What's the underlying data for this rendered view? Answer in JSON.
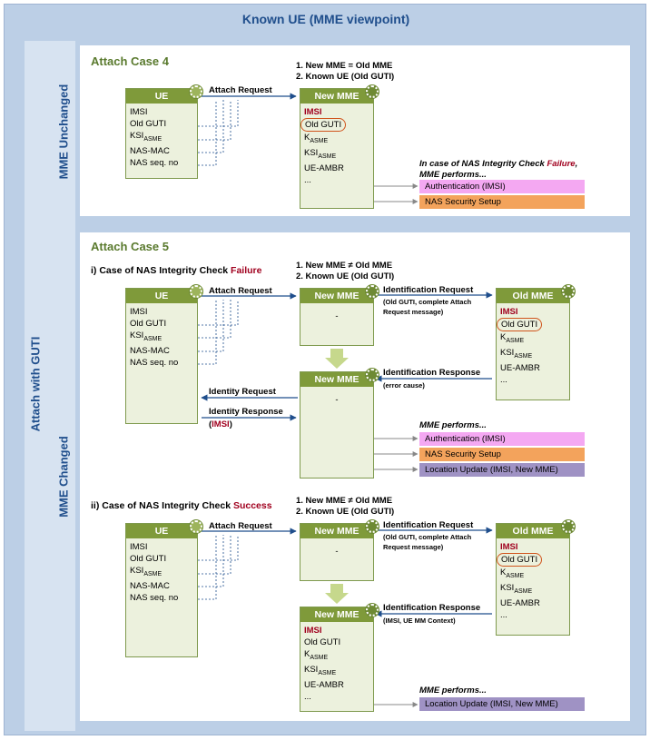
{
  "title": "Known UE (MME viewpoint)",
  "left_labels": {
    "outer": "Attach with GUTI",
    "top": "MME Unchanged",
    "bottom": "MME Changed"
  },
  "case4": {
    "title": "Attach Case 4",
    "note1": "1. New MME = Old MME",
    "note2": "2. Known UE (Old GUTI)",
    "ue": {
      "header": "UE",
      "items": [
        "IMSI",
        "Old GUTI",
        "KSI",
        "NAS-MAC",
        "NAS seq. no"
      ]
    },
    "attach_request": "Attach Request",
    "new_mme": {
      "header": "New MME",
      "imsi": "IMSI",
      "old_guti": "Old GUTI",
      "k": "K",
      "ksi": "KSI",
      "ambr": "UE-AMBR",
      "more": "..."
    },
    "failure_note_a": "In case of NAS Integrity Check ",
    "failure_word": "Failure",
    "failure_note_b": ",",
    "failure_note_c": "MME performs...",
    "bars": [
      "Authentication (IMSI)",
      "NAS Security Setup"
    ]
  },
  "case5": {
    "title": "Attach Case 5",
    "i_title_a": "i) Case of NAS Integrity Check ",
    "i_title_b": "Failure",
    "ii_title_a": "ii) Case of NAS Integrity Check ",
    "ii_title_b": "Success",
    "note1": "1. New MME ≠ Old MME",
    "note2": "2. Known UE (Old GUTI)",
    "ue": {
      "header": "UE",
      "items": [
        "IMSI",
        "Old GUTI",
        "KSI",
        "NAS-MAC",
        "NAS seq. no"
      ]
    },
    "attach_request": "Attach Request",
    "new_mme_header": "New MME",
    "old_mme_header": "Old MME",
    "dash": "-",
    "id_request": "Identification Request",
    "id_request_sub1": "(Old GUTI, complete Attach",
    "id_request_sub2": "Request message)",
    "id_response": "Identification Response",
    "id_response_sub_fail": "(error cause)",
    "id_response_sub_ok": "(IMSI, UE MM Context)",
    "identity_request": "Identity Request",
    "identity_response": "Identity Response",
    "identity_response_imsi": "IMSI",
    "old_mme": {
      "imsi": "IMSI",
      "old_guti": "Old GUTI",
      "k": "K",
      "ksi": "KSI",
      "ambr": "UE-AMBR",
      "more": "..."
    },
    "new_mme_ok": {
      "imsi": "IMSI",
      "old_guti": "Old GUTI",
      "k": "K",
      "ksi": "KSI",
      "ambr": "UE-AMBR",
      "more": "..."
    },
    "mme_performs": "MME performs...",
    "bars_fail": [
      "Authentication (IMSI)",
      "NAS Security Setup",
      "Location Update (IMSI, New MME)"
    ],
    "bars_ok": [
      "Location Update (IMSI, New MME)"
    ]
  },
  "sub_asme": "ASME"
}
